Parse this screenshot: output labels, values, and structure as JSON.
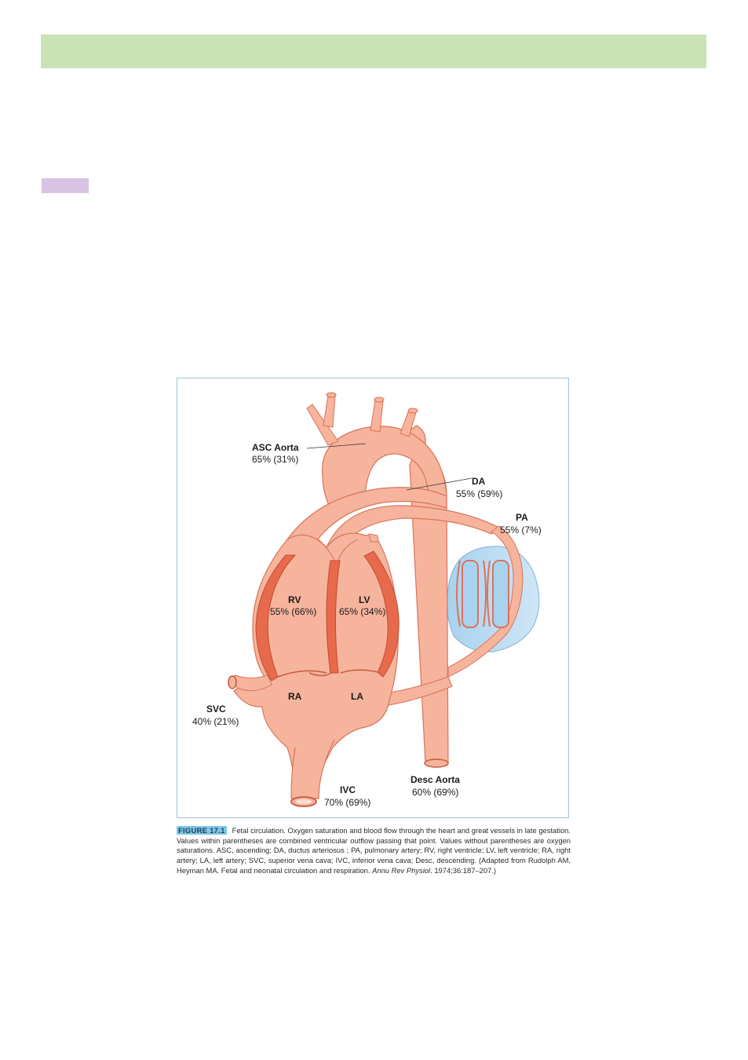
{
  "colors": {
    "header_band": "#c9e3b6",
    "tag_box": "#d9c3e2",
    "figure_border": "#9cc3e0",
    "vessel_fill": "#f6b49c",
    "vessel_stroke": "#d9735b",
    "myocardium": "#e86a4c",
    "lung": "#a9d2ee",
    "figure_tag_bg": "#7ec6e6"
  },
  "figure": {
    "labels": {
      "asc_aorta": {
        "name": "ASC Aorta",
        "value": "65% (31%)"
      },
      "da": {
        "name": "DA",
        "value": "55% (59%)"
      },
      "pa": {
        "name": "PA",
        "value": "55% (7%)"
      },
      "rv": {
        "name": "RV",
        "value": "55% (66%)"
      },
      "lv": {
        "name": "LV",
        "value": "65% (34%)"
      },
      "ra": {
        "name": "RA"
      },
      "la": {
        "name": "LA"
      },
      "svc": {
        "name": "SVC",
        "value": "40% (21%)"
      },
      "ivc": {
        "name": "IVC",
        "value": "70% (69%)"
      },
      "desc_aorta": {
        "name": "Desc Aorta",
        "value": "60% (69%)"
      }
    },
    "caption": {
      "tag": "FIGURE 17.1",
      "text_before_journal": "Fetal circulation. Oxygen saturation and blood flow through the heart and great vessels in late gestation. Values within parentheses are combined ventricular outflow passing that point. Values without parentheses are oxygen saturations. ASC, ascending; DA, ductus arteriosus ; PA, pulmonary artery; RV, right ventricle; LV, left ventricle; RA, right artery; LA, left artery; SVC, superior vena cava; IVC, inferior vena cava; Desc, descending. (Adapted from Rudolph AM, Heyman MA. Fetal and neonatal circulation and respiration.",
      "journal": "Annu Rev Physiol",
      "text_after_journal": ". 1974;36:187–207.)"
    }
  }
}
